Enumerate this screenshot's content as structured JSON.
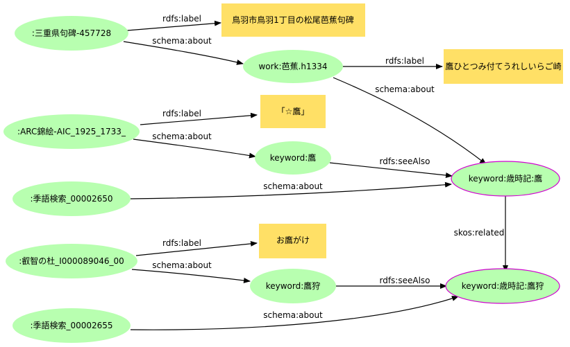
{
  "nodes": {
    "n_mie": ":三重県句碑-457728",
    "n_toba_lbl": "鳥羽市鳥羽1丁目の松尾芭蕉句碑",
    "n_work": "work:芭蕉.h1334",
    "n_work_lbl": "鷹ひとつみ付てうれしいらご崎",
    "n_arc": ":ARC錦絵-AIC_1925_1733_",
    "n_arc_lbl": "「☆鷹」",
    "n_kw_taka": "keyword:鷹",
    "n_saiji_taka": "keyword:歳時記:鷹",
    "n_kigo50": ":季語検索_00002650",
    "n_eichi": ":叡智の杜_I000089046_00",
    "n_eichi_lbl": "お鷹がけ",
    "n_kw_takagari": "keyword:鷹狩",
    "n_saiji_takagari": "keyword:歳時記:鷹狩",
    "n_kigo55": ":季語検索_00002655"
  },
  "edges": {
    "e1": "rdfs:label",
    "e2": "schema:about",
    "e3": "rdfs:label",
    "e4": "schema:about",
    "e5": "rdfs:label",
    "e6": "schema:about",
    "e7": "rdfs:seeAlso",
    "e8": "schema:about",
    "e9": "skos:related",
    "e10": "rdfs:label",
    "e11": "schema:about",
    "e12": "rdfs:seeAlso",
    "e13": "schema:about"
  },
  "colors": {
    "resource_node": "#b8ffb0",
    "literal_node": "#ffe066",
    "highlight_border": "#d000d0"
  }
}
